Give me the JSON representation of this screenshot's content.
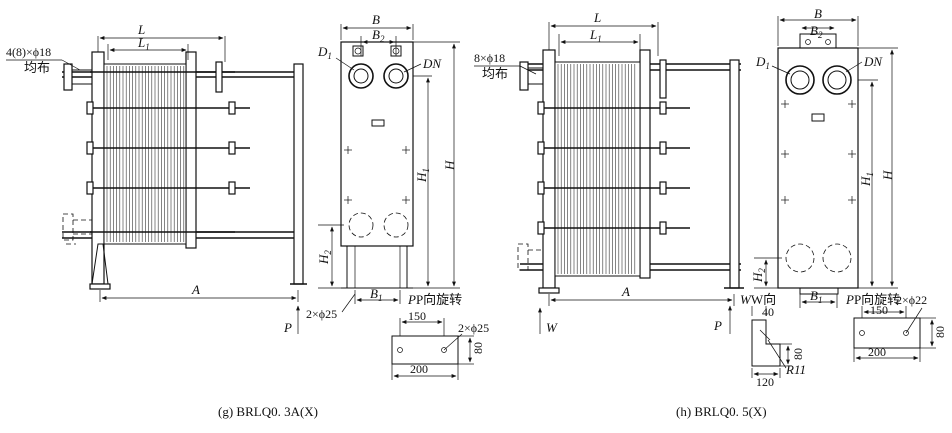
{
  "figure_g": {
    "caption": "(g) BRLQ0. 3A(X)",
    "dims": {
      "L": "L",
      "L1": "L",
      "L1_sub": "1",
      "A": "A",
      "B": "B",
      "B1": "B",
      "B1_sub": "1",
      "B2": "B",
      "B2_sub": "2",
      "H": "H",
      "H1": "H",
      "H1_sub": "1",
      "H2": "H",
      "H2_sub": "2",
      "D1": "D",
      "D1_sub": "1",
      "DN": "DN",
      "P": "P"
    },
    "notes": {
      "bolts": "4(8)×ϕ18",
      "bolts_even": "均布",
      "feet_holes": "2×ϕ25",
      "view_rotate": "P向旋转",
      "detail_holes": "2×ϕ25",
      "detail_w": "150",
      "detail_total": "200",
      "detail_h": "80"
    }
  },
  "figure_h": {
    "caption": "(h) BRLQ0. 5(X)",
    "dims": {
      "L": "L",
      "L1": "L",
      "L1_sub": "1",
      "A": "A",
      "B": "B",
      "B1": "B",
      "B1_sub": "1",
      "B2": "B",
      "B2_sub": "2",
      "H": "H",
      "H1": "H",
      "H1_sub": "1",
      "H2": "H",
      "H2_sub": "2",
      "D1": "D",
      "D1_sub": "1",
      "DN": "DN",
      "P": "P",
      "W": "W"
    },
    "notes": {
      "bolts": "8×ϕ18",
      "bolts_even": "均布",
      "view_w": "W向",
      "view_rotate": "P向旋转",
      "w_detail_40": "40",
      "w_detail_80": "80",
      "w_detail_120": "120",
      "w_detail_r": "R11",
      "detail_holes": "2×ϕ22",
      "detail_w": "150",
      "detail_total": "200",
      "detail_h": "80"
    }
  }
}
